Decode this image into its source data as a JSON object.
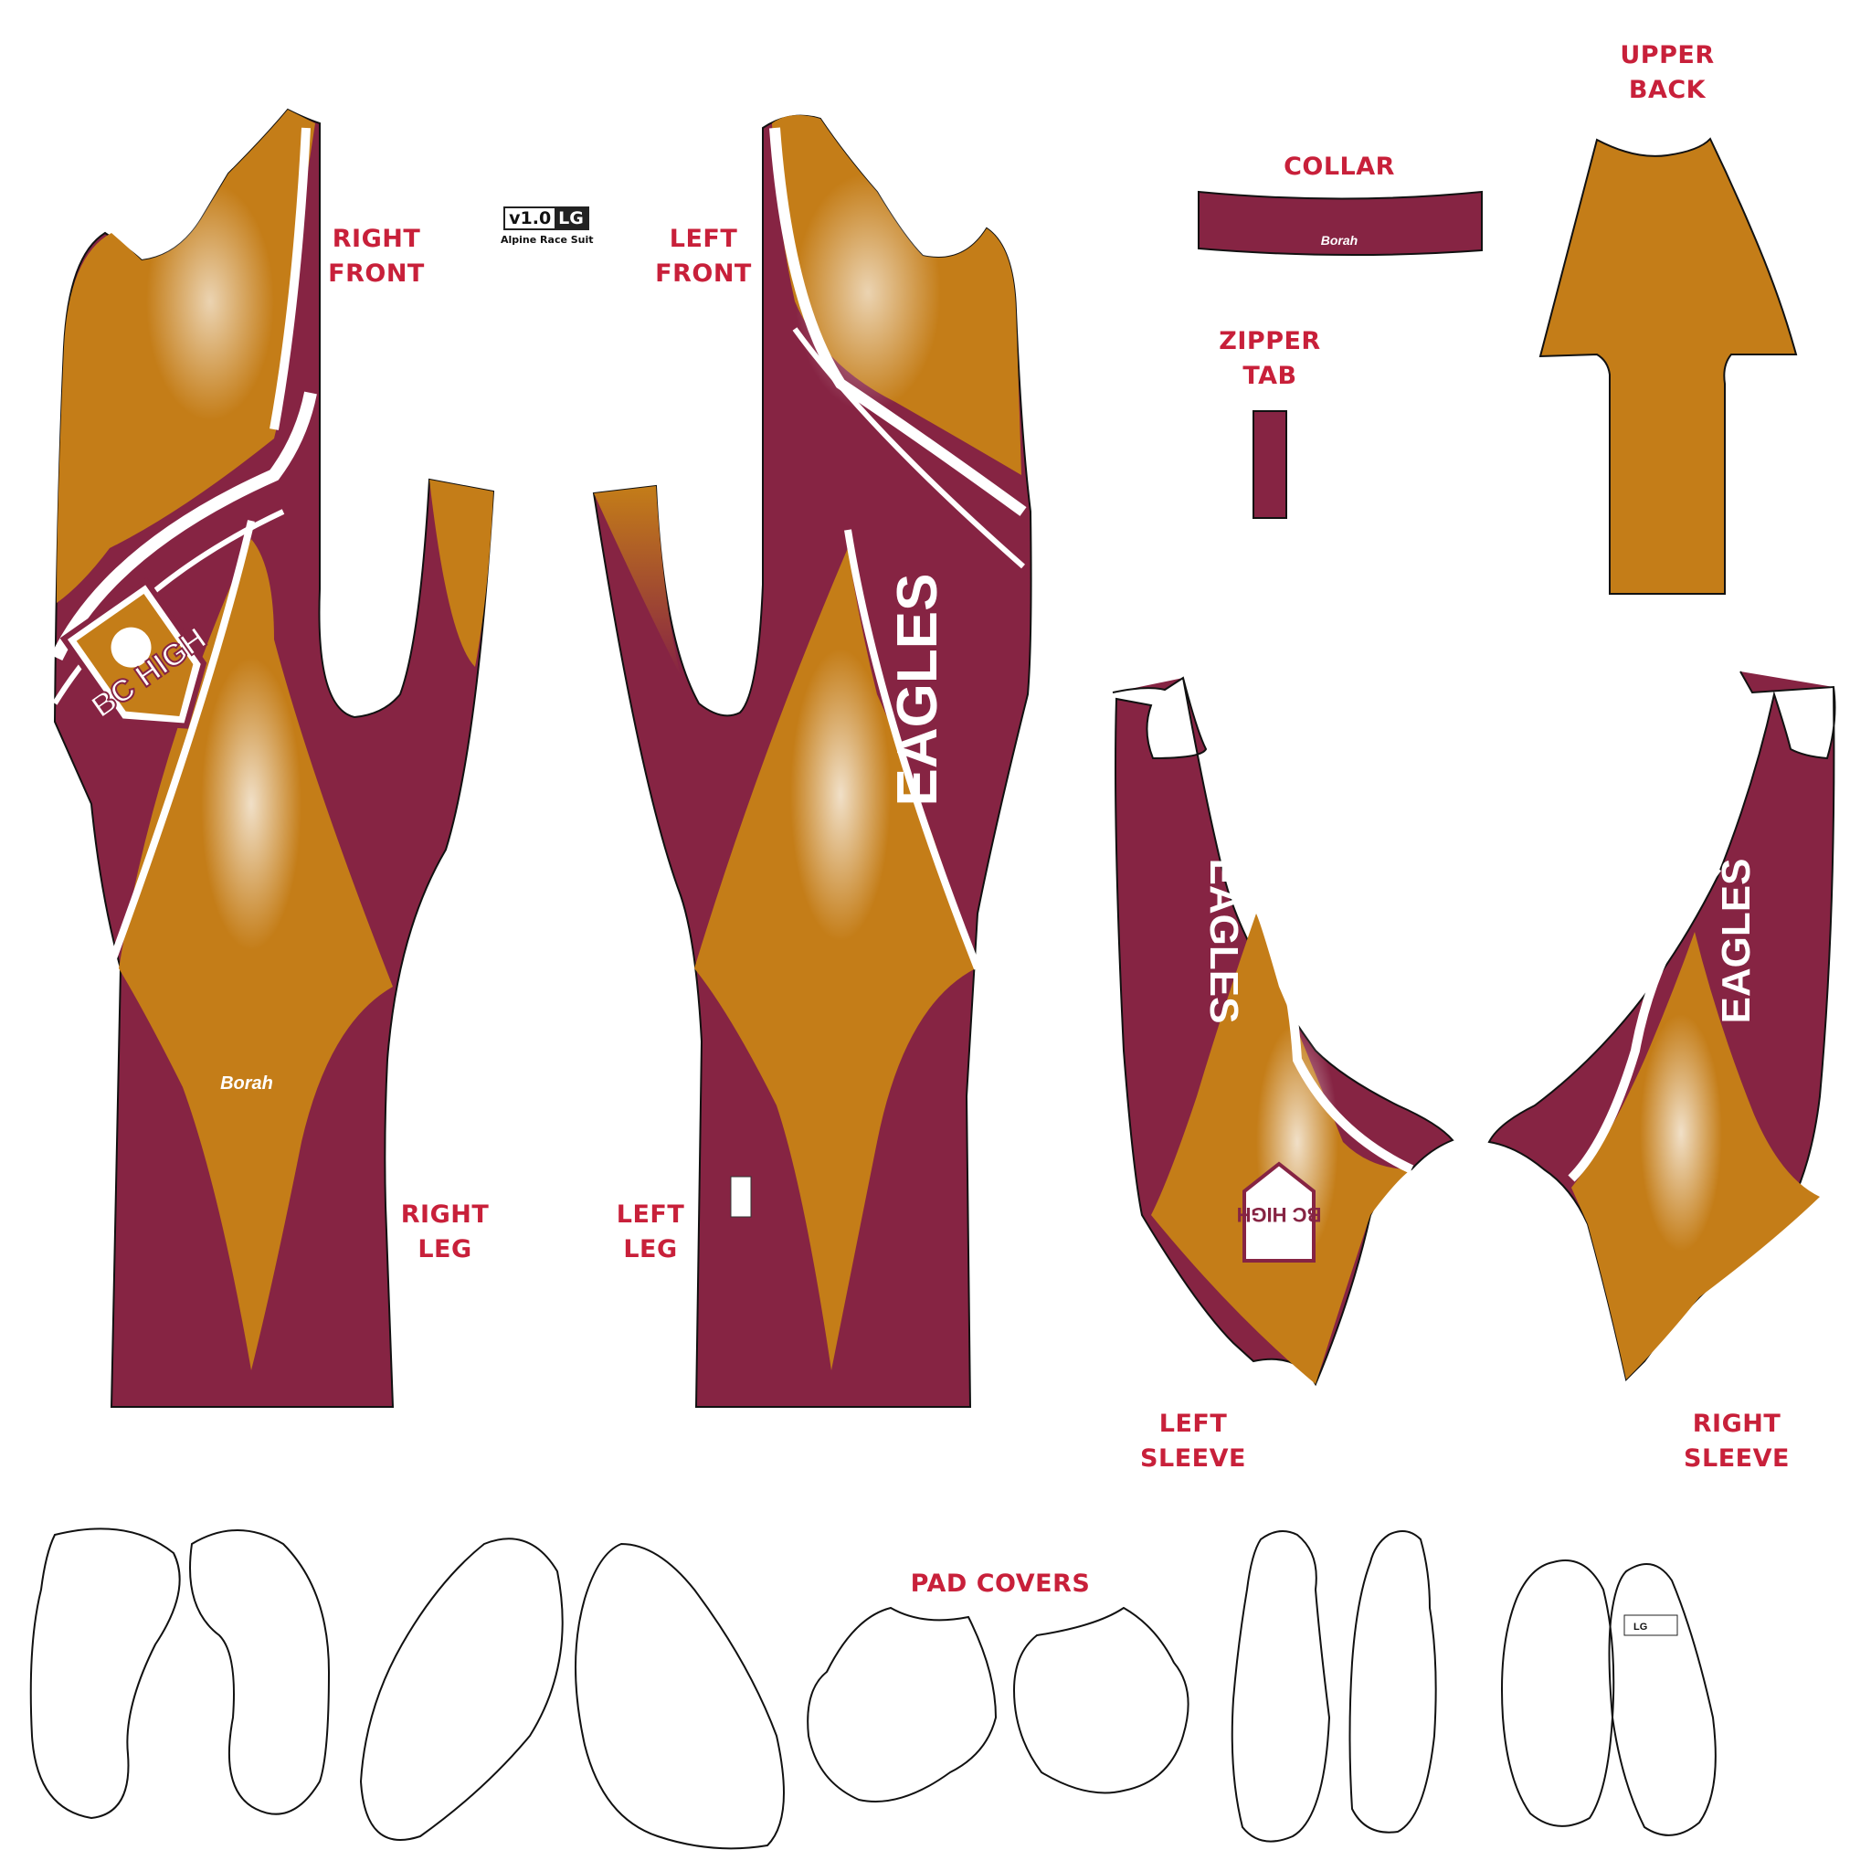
{
  "badge": {
    "version": "v1.0",
    "size": "LG",
    "caption": "Alpine Race Suit"
  },
  "labels": {
    "right_front": [
      "RIGHT",
      "FRONT"
    ],
    "left_front": [
      "LEFT",
      "FRONT"
    ],
    "collar": [
      "COLLAR"
    ],
    "upper_back": [
      "UPPER",
      "BACK"
    ],
    "zipper_tab": [
      "ZIPPER",
      "TAB"
    ],
    "right_leg": [
      "RIGHT",
      "LEG"
    ],
    "left_leg": [
      "LEFT",
      "LEG"
    ],
    "left_sleeve": [
      "LEFT",
      "SLEEVE"
    ],
    "right_sleeve": [
      "RIGHT",
      "SLEEVE"
    ],
    "pad_covers": [
      "PAD COVERS"
    ]
  },
  "graphics": {
    "team_text": "EAGLES",
    "logo_text": "BC HIGH",
    "brand_text": "Borah",
    "pad_tag_size": "LG"
  },
  "colors": {
    "maroon": "#862443",
    "gold": "#c47d18",
    "label_red": "#c8203a",
    "outline": "#111111"
  }
}
